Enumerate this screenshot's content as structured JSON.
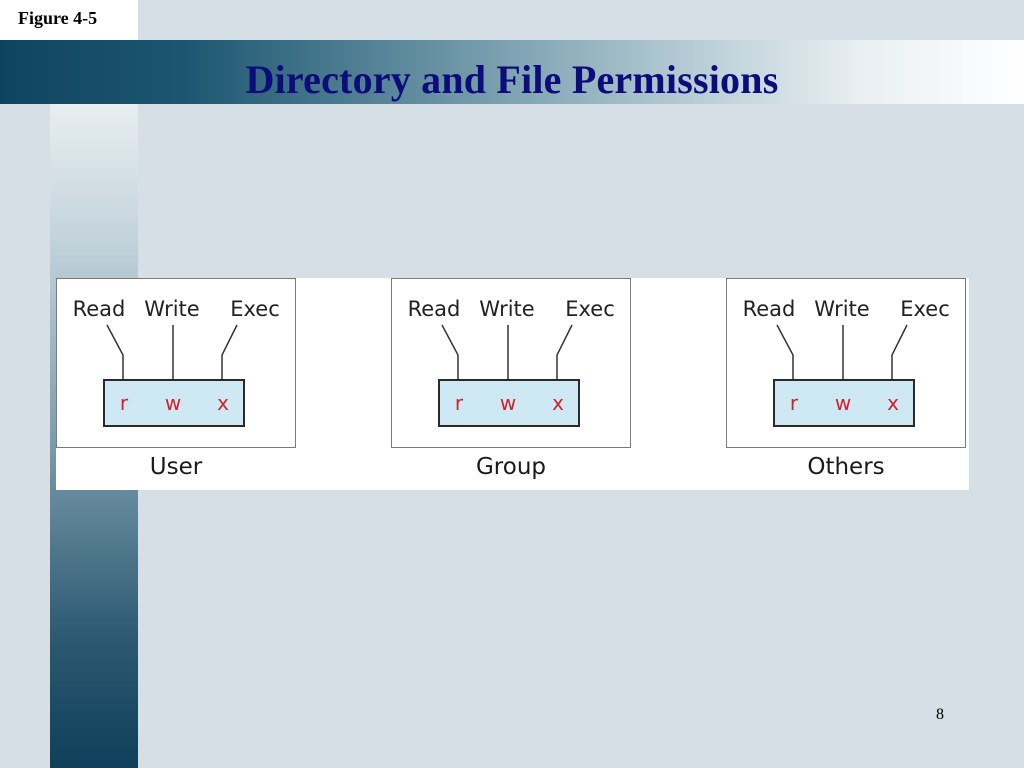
{
  "figure_label": "Figure 4-5",
  "title": "Directory and File Permissions",
  "groups": [
    {
      "caption": "User",
      "labels": {
        "read": "Read",
        "write": "Write",
        "exec": "Exec"
      },
      "chars": {
        "r": "r",
        "w": "w",
        "x": "x"
      }
    },
    {
      "caption": "Group",
      "labels": {
        "read": "Read",
        "write": "Write",
        "exec": "Exec"
      },
      "chars": {
        "r": "r",
        "w": "w",
        "x": "x"
      }
    },
    {
      "caption": "Others",
      "labels": {
        "read": "Read",
        "write": "Write",
        "exec": "Exec"
      },
      "chars": {
        "r": "r",
        "w": "w",
        "x": "x"
      }
    }
  ],
  "page_number": "8",
  "colors": {
    "title": "#0c0c7a",
    "permission_char": "#d0202a",
    "permission_box_fill": "#cfe9f4",
    "background": "#d6dfe5"
  }
}
